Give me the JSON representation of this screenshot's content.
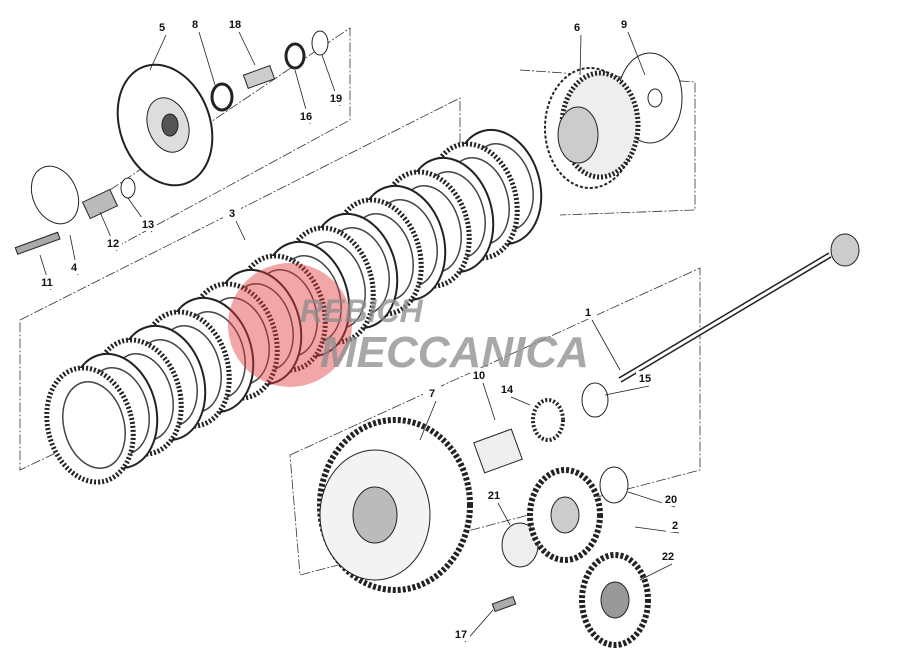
{
  "diagram": {
    "part_labels": [
      "1",
      "2",
      "3",
      "4",
      "5",
      "6",
      "7",
      "8",
      "9",
      "10",
      "11",
      "12",
      "13",
      "14",
      "15",
      "16",
      "17",
      "18",
      "19",
      "20",
      "21",
      "22"
    ]
  },
  "watermark": {
    "line1": "REBICH",
    "line2": "MECCANICA",
    "color": "#e0393e"
  }
}
